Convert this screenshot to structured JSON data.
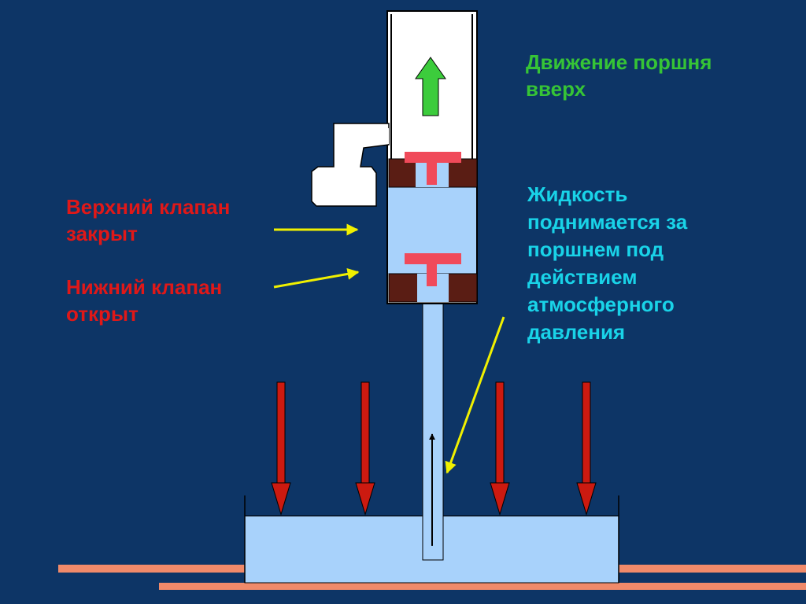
{
  "labels": {
    "piston_motion": {
      "lines": [
        "Движение поршня",
        "вверх"
      ],
      "color": "#36c436"
    },
    "upper_valve": {
      "lines": [
        "Верхний клапан",
        "закрыт"
      ],
      "color": "#e01818"
    },
    "lower_valve": {
      "lines": [
        "Нижний клапан",
        "открыт"
      ],
      "color": "#e01818"
    },
    "liquid_rises": {
      "lines": [
        "Жидкость",
        "поднимается за",
        "поршнем под",
        "действием",
        "атмосферного",
        "давления"
      ],
      "color": "#19d3e8"
    }
  },
  "colors": {
    "background": "#0d3566",
    "liquid": "#a8d2fb",
    "piston": "#5a1d14",
    "valve": "#f04a5a",
    "pressure_arrow": "#cc1a10",
    "pointer_arrow": "#f0f000",
    "motion_arrow": "#3ccc3c",
    "floor": "#f08a6a"
  }
}
